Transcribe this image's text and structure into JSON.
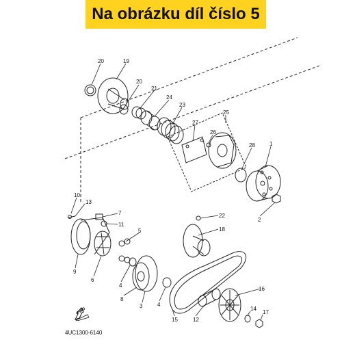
{
  "banner": {
    "text": "Na obrázku díl číslo 5",
    "color": "#ffd21f"
  },
  "diagram": {
    "code": "4UC1300-6140",
    "fwd_label": "FWD",
    "labels": {
      "l20a": "20",
      "l19": "19",
      "l20b": "20",
      "l21": "21",
      "l24": "24",
      "l23": "23",
      "l25": "25",
      "l27": "27",
      "l26": "26",
      "l28": "28",
      "l1": "1",
      "l2": "2",
      "l10": "10",
      "l13": "13",
      "l7": "7",
      "l11": "11",
      "l5": "5",
      "l22": "22",
      "l18": "18",
      "l9": "9",
      "l6": "6",
      "l4a": "4",
      "l8": "8",
      "l3": "3",
      "l4b": "4",
      "l16": "16",
      "l15": "15",
      "l12": "12",
      "l14": "14",
      "l17": "17"
    }
  }
}
